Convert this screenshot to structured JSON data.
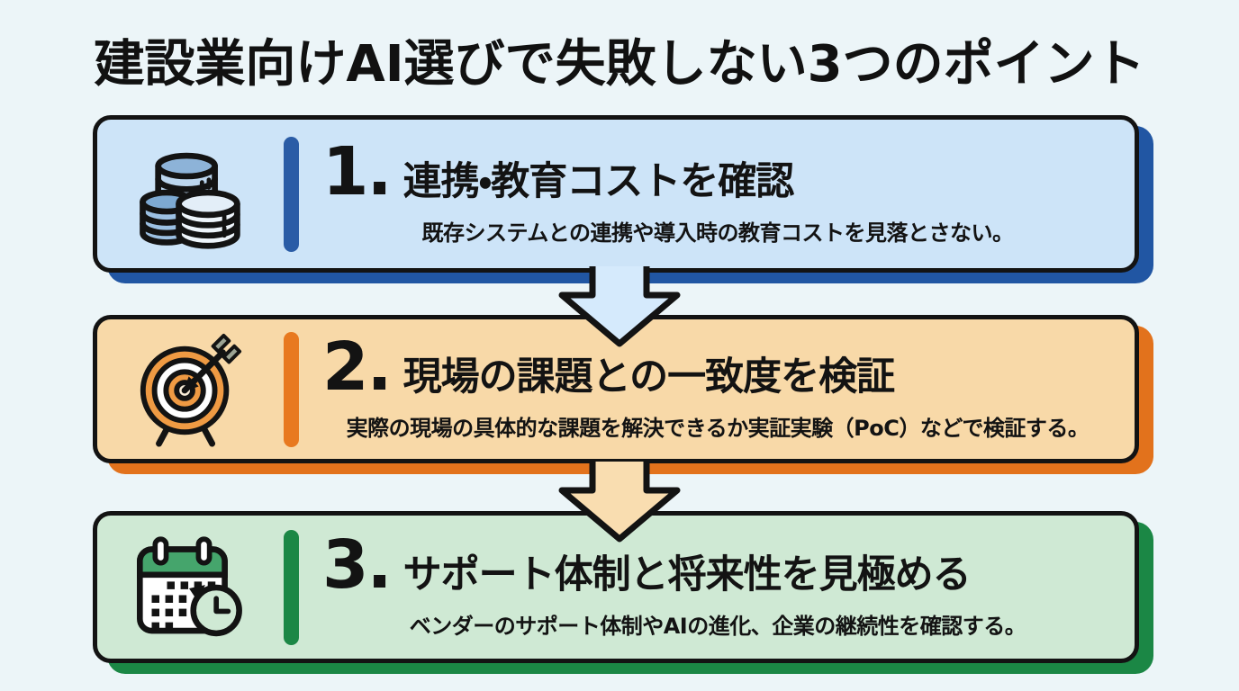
{
  "title": "建設業向けAI選びで失敗しない3つのポイント",
  "steps": [
    {
      "number": "1.",
      "heading": "連携・教育コストを確認",
      "description": "既存システムとの連携や導入時の教育コストを見落とさない。",
      "icon": "coins-icon",
      "colors": {
        "fill": "#cde4f8",
        "accent": "#2a5ca6",
        "shadow": "#2156a3"
      }
    },
    {
      "number": "2.",
      "heading": "現場の課題との一致度を検証",
      "description": "実際の現場の具体的な課題を解決できるか実証実験（PoC）などで検証する。",
      "icon": "target-icon",
      "colors": {
        "fill": "#f8d9a8",
        "accent": "#e8791f",
        "shadow": "#e2721c"
      }
    },
    {
      "number": "3.",
      "heading": "サポート体制と将来性を見極める",
      "description": "ベンダーのサポート体制やAIの進化、企業の継続性を確認する。",
      "icon": "calendar-clock-icon",
      "colors": {
        "fill": "#cfe9d4",
        "accent": "#1b8745",
        "shadow": "#1b8745"
      }
    }
  ],
  "arrows": [
    {
      "name": "down-arrow-1",
      "fill": "#d5eafc"
    },
    {
      "name": "down-arrow-2",
      "fill": "#f9ddb0"
    }
  ],
  "colors": {
    "background": "#ecf5f8",
    "outline": "#131313",
    "title_text": "#111111"
  }
}
